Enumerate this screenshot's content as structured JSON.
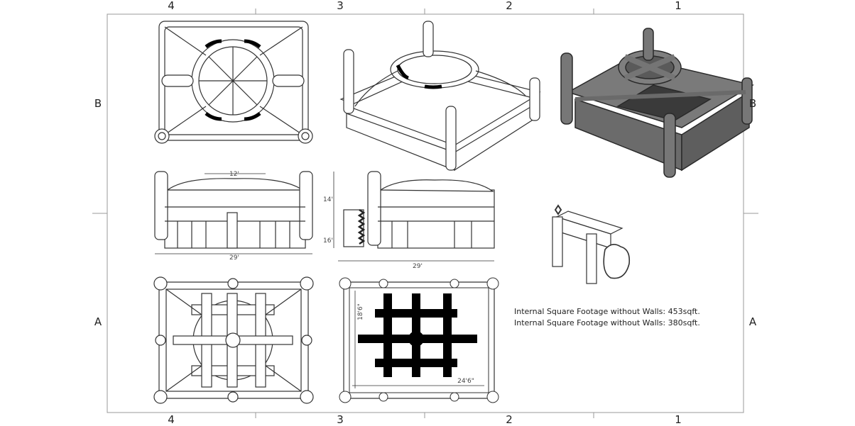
{
  "grid": {
    "columns": [
      "4",
      "3",
      "2",
      "1"
    ],
    "rows": [
      "B",
      "A"
    ]
  },
  "dimensions": {
    "front_top_width": "12'",
    "front_total_width": "29'",
    "side_height": "14'",
    "side_lower_height": "16'",
    "side_total_width": "29'",
    "floor_depth": "18'6\"",
    "floor_width": "24'6\""
  },
  "notes": {
    "line1": "Internal Square Footage without Walls: 453sqft.",
    "line2": "Internal Square Footage without Walls: 380sqft."
  },
  "colors": {
    "line": "#333333",
    "render_fill": "#6f6f6f",
    "render_dark": "#3a3a3a",
    "floor_black": "#000000"
  }
}
